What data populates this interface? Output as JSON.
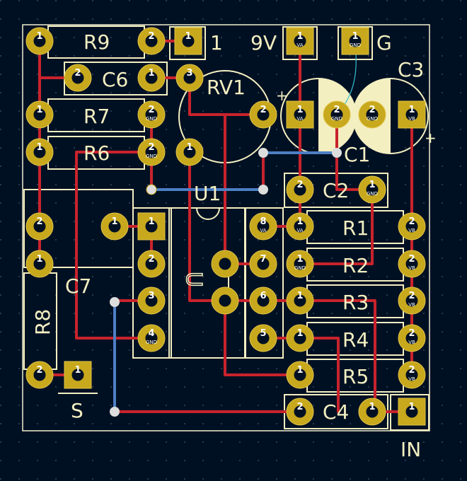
{
  "colors": {
    "background": "#001023",
    "grid_dot": "#5a6b80",
    "outline": "#f3efcf",
    "silk": "#f3efc0",
    "copper_front": "#c8232c",
    "copper_back": "#4d7fc4",
    "pad": "#c8a81c",
    "pad_hole": "#e6e6e6",
    "ratsnest": "#37c2cf"
  },
  "labels": {
    "R9": "R9",
    "C6": "C6",
    "R7": "R7",
    "R6": "R6",
    "RV1": "RV1",
    "U1": "U1",
    "C1": "C1",
    "C2": "C2",
    "C3": "C3",
    "C4": "C4",
    "C7": "C7",
    "R8": "R8",
    "R1": "R1",
    "R2": "R2",
    "R3": "R3",
    "R4": "R4",
    "R5": "R5",
    "J_1": "1",
    "J_9V": "9V",
    "J_G": "G",
    "J_S": "S",
    "J_IN": "IN",
    "plus_left": "+",
    "plus_right": "+"
  },
  "pads": {
    "R9_1": "1",
    "R9_2": "2",
    "C6_1": "1",
    "C6_2": "2",
    "R7_1": "1",
    "R7_2": "2",
    "R6_1": "1",
    "R6_2": "2",
    "RV1_1": "1",
    "RV1_2": "2",
    "RV1_3": "3",
    "C1_1": "1",
    "C1_2": "2",
    "C3_1": "1",
    "C3_2": "2",
    "C2_1": "1",
    "C2_2": "2",
    "C7_1": "1",
    "C7_2": "2",
    "R8_1": "1",
    "R8_2": "2",
    "U_1": "1",
    "U_2": "2",
    "U_3": "3",
    "U_4": "4",
    "U_5": "5",
    "U_6": "6",
    "U_7": "7",
    "U_8": "8",
    "R1_1": "1",
    "R1_2": "2",
    "R2_1": "1",
    "R2_2": "2",
    "R3_1": "1",
    "R3_2": "2",
    "R4_1": "1",
    "R4_2": "2",
    "R5_1": "1",
    "R5_2": "2",
    "C4_1": "1",
    "C4_2": "2",
    "J1_1": "1",
    "J9V_1": "1",
    "JG_1": "1",
    "JS_1": "1",
    "JIN_1": "1"
  },
  "nets": {
    "VA": "VA",
    "GND": "GND",
    "VB": "VB"
  }
}
